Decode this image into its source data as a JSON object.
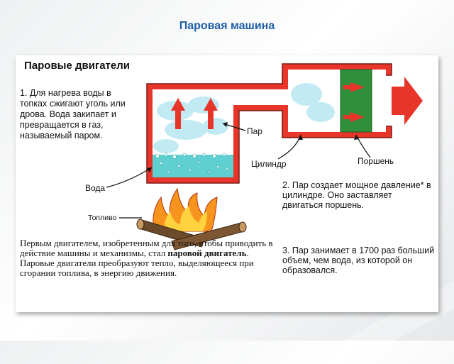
{
  "slide": {
    "title": "Паровая машина"
  },
  "diagram": {
    "header": "Паровые двигатели",
    "step1": "1. Для нагрева воды в топках сжигают уголь или дрова. Вода закипает и превращается в газ, называемый паром.",
    "step2": "2. Пар создает мощное давление* в цилиндре. Оно заставляет двигаться поршень.",
    "step3": "3. Пар занимает в 1700 раз больший объем, чем вода, из которой он образовался.",
    "labels": {
      "steam": "Пар",
      "cylinder": "Цилиндр",
      "piston": "Поршень",
      "water": "Вода",
      "fuel": "Топливо"
    },
    "summary": {
      "before": "Первым двигателем, изобретенным для того, чтобы приводить в действие машины и механизмы, стал ",
      "highlight": "паровой двигатель",
      "after": ". Паровые двигатели преобразуют тепло, выделяющееся при сгорании топлива, в энергию движения."
    }
  },
  "colors": {
    "title": "#1f5fa8",
    "pipe": "#e8352a",
    "arrow": "#e8352a",
    "water": "#5fd0cf",
    "piston": "#2f8f3a",
    "fire": "#f7941d",
    "wood": "#6b4a2b",
    "steam": "#bfe9f3"
  }
}
